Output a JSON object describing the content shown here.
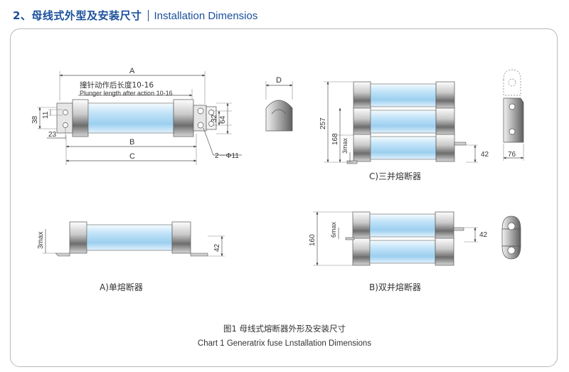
{
  "header": {
    "title_cn": "2、母线式外型及安装尺寸",
    "title_en": "Installation Dimensios"
  },
  "colors": {
    "title": "#1a4f9c",
    "tube_light": "#d8ecfb",
    "tube_mid": "#aed6f2",
    "metal_dark": "#6f6f6f",
    "metal_light": "#e8e8e8"
  },
  "fig_a": {
    "dim_A": "A",
    "dim_B": "B",
    "dim_C": "C",
    "plunger_cn": "撞针动作后长度10-16",
    "plunger_en": "Plunger length after action 10-16",
    "d38": "38",
    "d11": "11",
    "d23": "23",
    "d32": "32",
    "d64": "64",
    "hole": "2－Φ11"
  },
  "fig_d": {
    "dim_D": "D"
  },
  "fig_c": {
    "d257": "257",
    "d168": "168",
    "d3max": "3max",
    "d42": "42",
    "d76": "76",
    "label": "C)三并熔断器"
  },
  "fig_single": {
    "d3max": "3max",
    "d42": "42",
    "label": "A)单熔断器"
  },
  "fig_double": {
    "d160": "160",
    "d6max": "6max",
    "d42": "42",
    "label": "B)双并熔断器"
  },
  "caption": {
    "cn": "图1 母线式熔断器外形及安装尺寸",
    "en": "Chart 1 Generatrix fuse Lnstallation Dimensions"
  }
}
